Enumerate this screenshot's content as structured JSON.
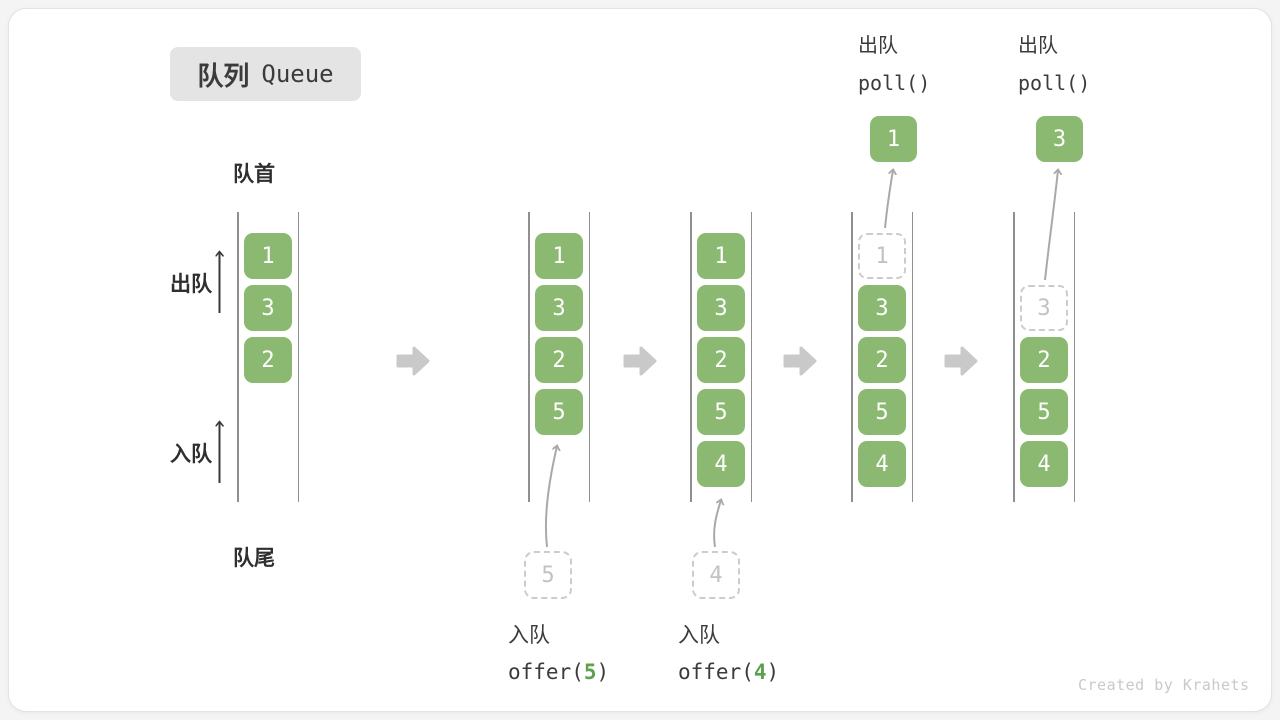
{
  "title": {
    "zh": "队列",
    "en": "Queue"
  },
  "side_labels": {
    "front": "队首",
    "rear": "队尾",
    "dequeue": "出队",
    "enqueue": "入队"
  },
  "states": [
    {
      "cells": [
        {
          "value": "1"
        },
        {
          "value": "3"
        },
        {
          "value": "2"
        }
      ]
    },
    {
      "cells": [
        {
          "value": "1"
        },
        {
          "value": "3"
        },
        {
          "value": "2"
        },
        {
          "value": "5"
        }
      ],
      "enqueue_box": "5",
      "caption": {
        "op": "入队",
        "code_open": "offer(",
        "arg": "5",
        "code_close": ")"
      }
    },
    {
      "cells": [
        {
          "value": "1"
        },
        {
          "value": "3"
        },
        {
          "value": "2"
        },
        {
          "value": "5"
        },
        {
          "value": "4"
        }
      ],
      "enqueue_box": "4",
      "caption": {
        "op": "入队",
        "code_open": "offer(",
        "arg": "4",
        "code_close": ")"
      }
    },
    {
      "cells": [
        {
          "value": "1",
          "ghost": true
        },
        {
          "value": "3"
        },
        {
          "value": "2"
        },
        {
          "value": "5"
        },
        {
          "value": "4"
        }
      ],
      "popped_box": "1",
      "caption_top": {
        "op": "出队",
        "code": "poll()"
      }
    },
    {
      "cells": [
        {
          "value": "3",
          "ghost": true
        },
        {
          "value": "2"
        },
        {
          "value": "5"
        },
        {
          "value": "4"
        }
      ],
      "popped_box": "3",
      "caption_top": {
        "op": "出队",
        "code": "poll()"
      }
    }
  ],
  "watermark": "Created by Krahets",
  "colors": {
    "cell-green": "#8CB972",
    "arg-green": "#5da14c",
    "ghost-border": "#cccccc",
    "ghost-text": "#c2c2c2",
    "flow-arrow": "#c9c9c9",
    "curve-arrow": "#a9a9a9",
    "badge-bg": "#e4e4e4",
    "text-dark": "#3b3b3b",
    "rail": "#8f8f8f",
    "watermark": "#c9c9c9"
  }
}
